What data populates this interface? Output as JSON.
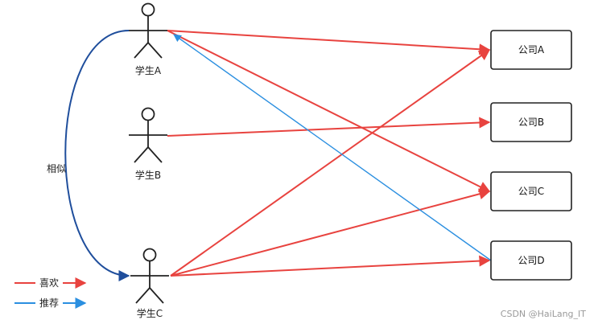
{
  "students": [
    {
      "id": "A",
      "label": "学生A"
    },
    {
      "id": "B",
      "label": "学生B"
    },
    {
      "id": "C",
      "label": "学生C"
    }
  ],
  "companies": [
    {
      "id": "A",
      "label": "公司A"
    },
    {
      "id": "B",
      "label": "公司B"
    },
    {
      "id": "C",
      "label": "公司C"
    },
    {
      "id": "D",
      "label": "公司D"
    }
  ],
  "similarity": {
    "label": "相似",
    "from": "A",
    "to": "C",
    "color": "#1f4e9c"
  },
  "likes": [
    {
      "student": "A",
      "company": "A"
    },
    {
      "student": "A",
      "company": "C"
    },
    {
      "student": "B",
      "company": "B"
    },
    {
      "student": "C",
      "company": "A"
    },
    {
      "student": "C",
      "company": "C"
    },
    {
      "student": "C",
      "company": "D"
    }
  ],
  "recommend": [
    {
      "company": "D",
      "student": "A"
    }
  ],
  "legend": {
    "like": {
      "label": "喜欢",
      "color": "#e8433f"
    },
    "recommend": {
      "label": "推荐",
      "color": "#2b8fe0"
    }
  },
  "watermark": "CSDN @HaiLang_IT"
}
